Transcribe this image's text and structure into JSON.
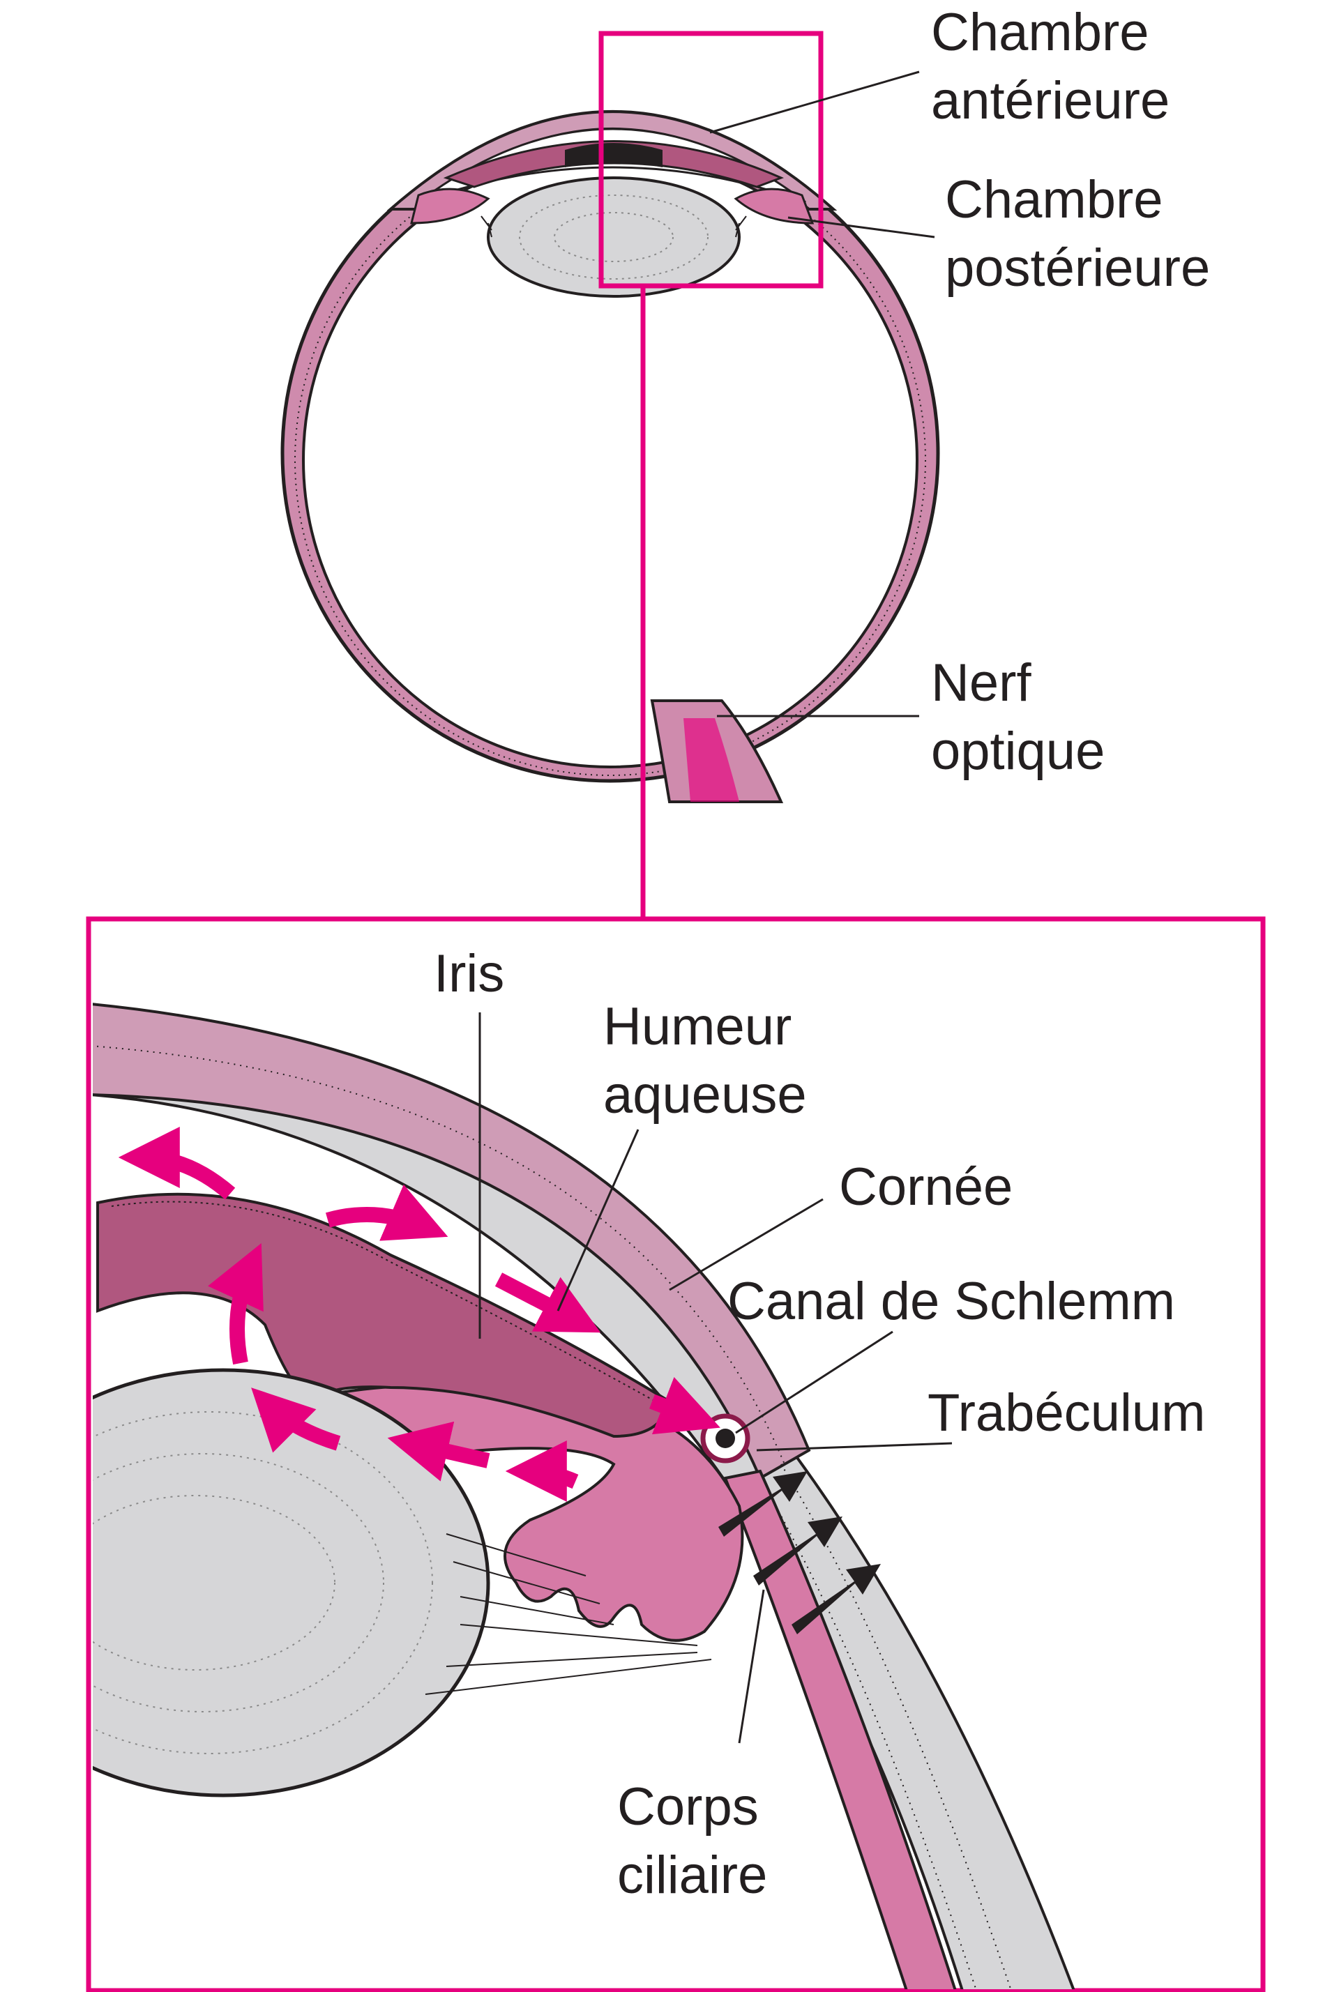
{
  "colors": {
    "accent": "#e6007e",
    "tissue_pink": "#d67aa6",
    "tissue_light": "#cf9cb6",
    "iris_dark": "#b0577f",
    "lens_gray": "#d6d6d8",
    "outline": "#231f20"
  },
  "labels": {
    "anterior_chamber": [
      "Chambre",
      "antérieure"
    ],
    "posterior_chamber": [
      "Chambre",
      "postérieure"
    ],
    "optic_nerve": [
      "Nerf",
      "optique"
    ],
    "iris": "Iris",
    "aqueous_humor": [
      "Humeur",
      "aqueuse"
    ],
    "cornea": "Cornée",
    "schlemm_canal": "Canal de Schlemm",
    "trabeculum": "Trabéculum",
    "ciliary_body": [
      "Corps",
      "ciliaire"
    ]
  }
}
